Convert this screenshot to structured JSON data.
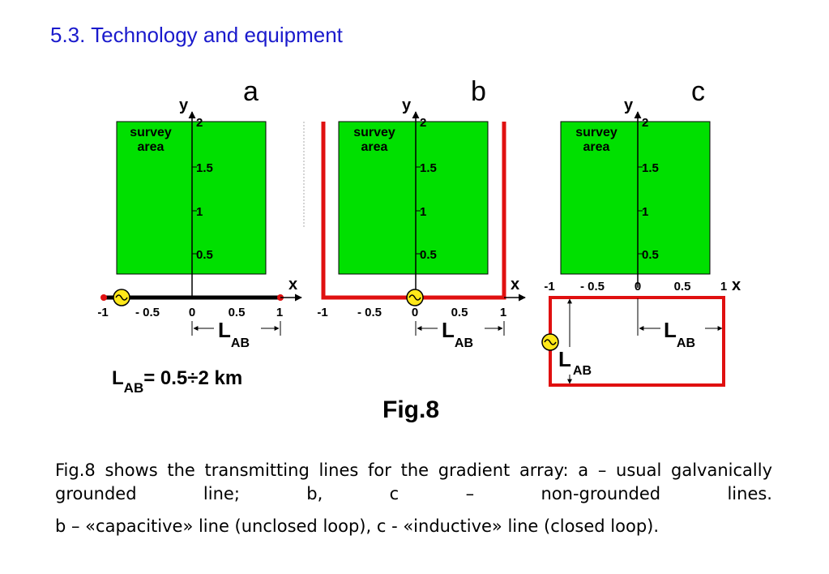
{
  "title": "5.3. Technology and equipment",
  "panels": {
    "a": {
      "letter": "a",
      "area_line1": "survey",
      "area_line2": "area",
      "y_axis": "y",
      "x_axis": "x",
      "y_ticks": [
        "2",
        "1.5",
        "1",
        "0.5"
      ],
      "x_ticks": [
        "-1",
        "- 0.5",
        "0",
        "0.5",
        "1"
      ],
      "span_L": "L",
      "span_sub": "AB"
    },
    "b": {
      "letter": "b",
      "area_line1": "survey",
      "area_line2": "area",
      "y_axis": "y",
      "x_axis": "x",
      "y_ticks": [
        "2",
        "1.5",
        "1",
        "0.5"
      ],
      "x_ticks": [
        "-1",
        "- 0.5",
        "0",
        "0.5",
        "1"
      ],
      "span_L": "L",
      "span_sub": "AB"
    },
    "c": {
      "letter": "c",
      "area_line1": "survey",
      "area_line2": "area",
      "y_axis": "y",
      "x_axis": "x",
      "y_ticks": [
        "2",
        "1.5",
        "1",
        "0.5"
      ],
      "x_ticks": [
        "-1",
        "- 0.5",
        "0",
        "0.5",
        "1"
      ],
      "span_L": "L",
      "span_sub": "AB",
      "vspan_L": "L",
      "vspan_sub": "AB"
    }
  },
  "formula": {
    "L": "L",
    "sub": "AB",
    "rest": "= 0.5÷2 km"
  },
  "fig_label": "Fig.8",
  "caption_1": "Fig.8 shows the transmitting lines for the gradient array: a – usual galvanically grounded line;   b, c – non-grounded lines.",
  "caption_2": "b – «capacitive» line (unclosed  loop), c - «inductive» line (closed  loop).",
  "colors": {
    "area": "#00e000",
    "line": "#e01010",
    "source": "#ffe81a",
    "title": "#1a1acc"
  }
}
